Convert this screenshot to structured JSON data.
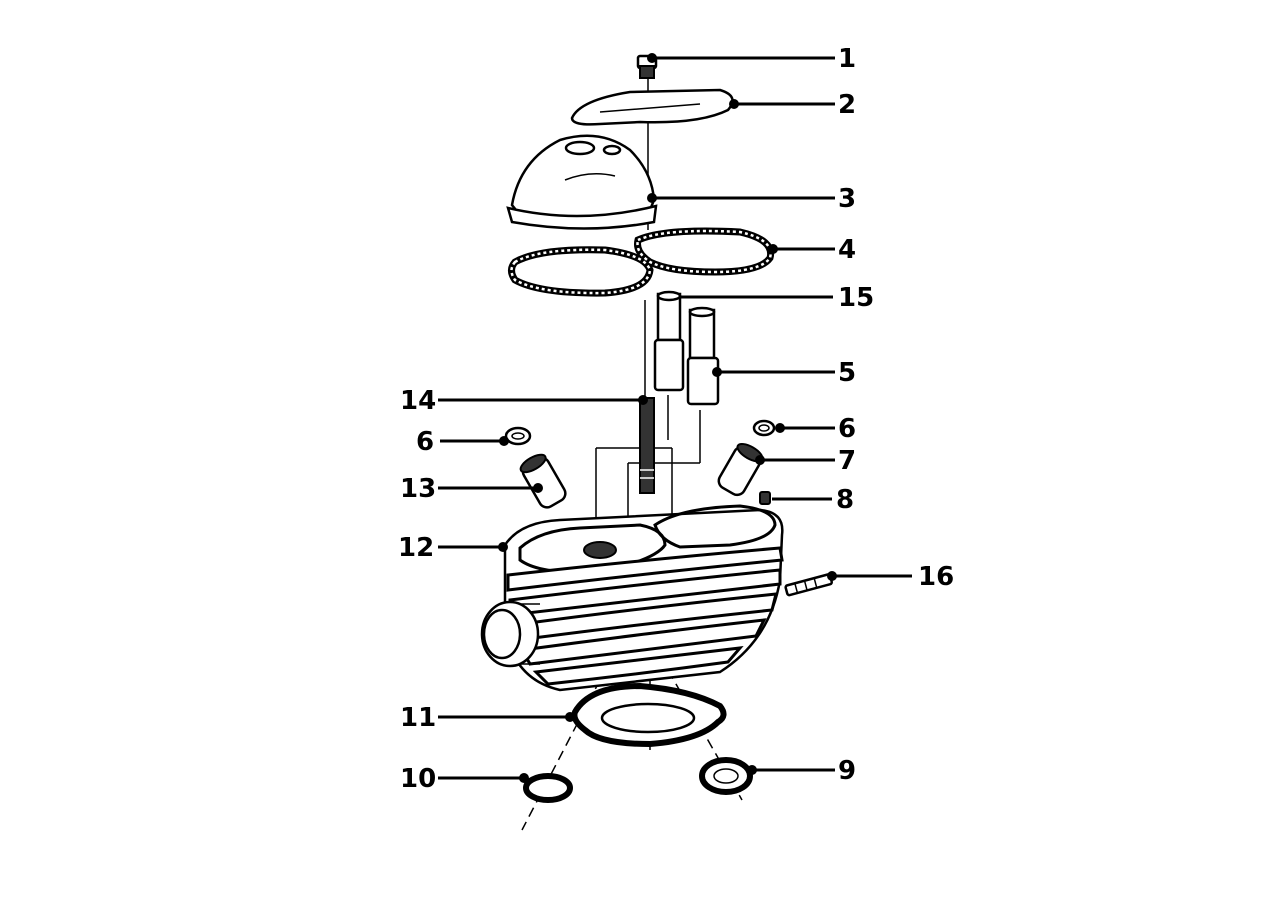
{
  "diagram": {
    "callouts": [
      {
        "id": "c1",
        "label": "1"
      },
      {
        "id": "c2",
        "label": "2"
      },
      {
        "id": "c3",
        "label": "3"
      },
      {
        "id": "c4",
        "label": "4"
      },
      {
        "id": "c15",
        "label": "15"
      },
      {
        "id": "c5",
        "label": "5"
      },
      {
        "id": "c14",
        "label": "14"
      },
      {
        "id": "c6a",
        "label": "6"
      },
      {
        "id": "c6b",
        "label": "6"
      },
      {
        "id": "c7",
        "label": "7"
      },
      {
        "id": "c13",
        "label": "13"
      },
      {
        "id": "c8",
        "label": "8"
      },
      {
        "id": "c12",
        "label": "12"
      },
      {
        "id": "c16",
        "label": "16"
      },
      {
        "id": "c11",
        "label": "11"
      },
      {
        "id": "c10",
        "label": "10"
      },
      {
        "id": "c9",
        "label": "9"
      }
    ]
  }
}
